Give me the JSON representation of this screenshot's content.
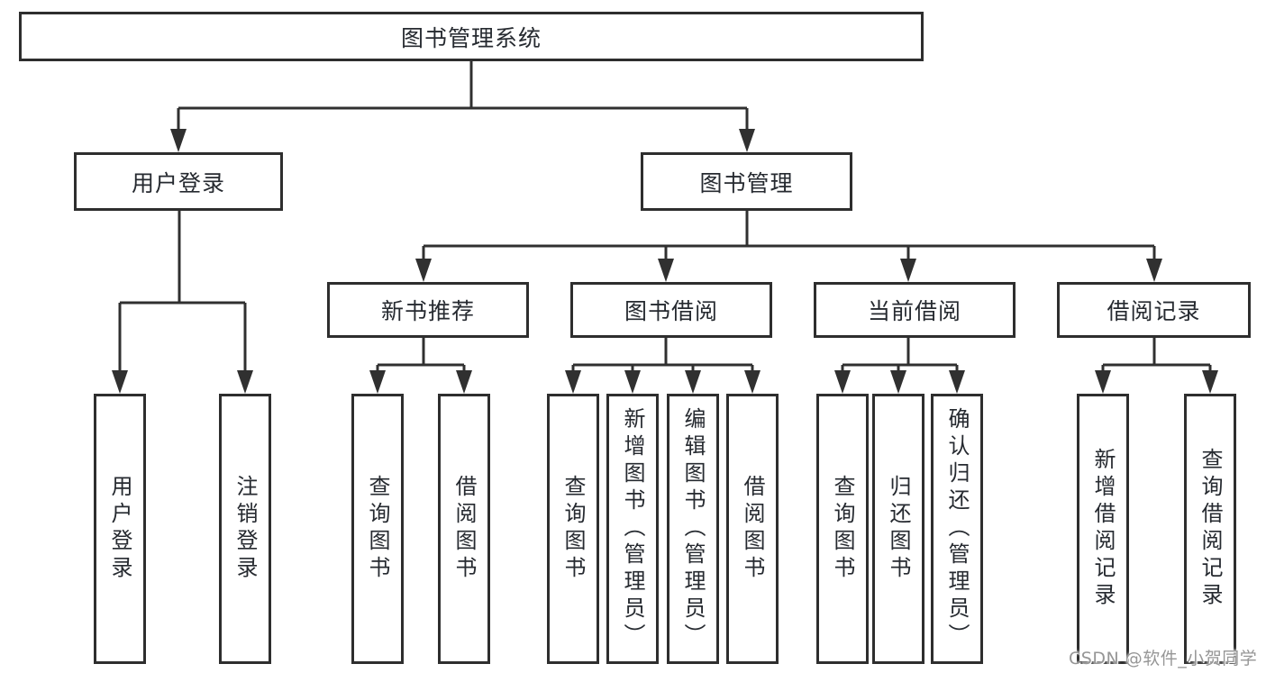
{
  "tree": {
    "label": "图书管理系统",
    "children": [
      {
        "label": "用户登录",
        "children": [
          {
            "label": "用户登录"
          },
          {
            "label": "注销登录"
          }
        ]
      },
      {
        "label": "图书管理",
        "children": [
          {
            "label": "新书推荐",
            "children": [
              {
                "label": "查询图书"
              },
              {
                "label": "借阅图书"
              }
            ]
          },
          {
            "label": "图书借阅",
            "children": [
              {
                "label": "查询图书"
              },
              {
                "label": "新增图书（管理员）"
              },
              {
                "label": "编辑图书（管理员）"
              },
              {
                "label": "借阅图书"
              }
            ]
          },
          {
            "label": "当前借阅",
            "children": [
              {
                "label": "查询图书"
              },
              {
                "label": "归还图书"
              },
              {
                "label": "确认归还（管理员）"
              }
            ]
          },
          {
            "label": "借阅记录",
            "children": [
              {
                "label": "新增借阅记录"
              },
              {
                "label": "查询借阅记录"
              }
            ]
          }
        ]
      }
    ]
  },
  "watermark": {
    "text": "CSDN @软件_小贺同学"
  },
  "colors": {
    "line": "#303030",
    "box_border": "#2e2e2e",
    "text": "#262a30",
    "background": "#ffffff",
    "watermark": "#969696"
  }
}
